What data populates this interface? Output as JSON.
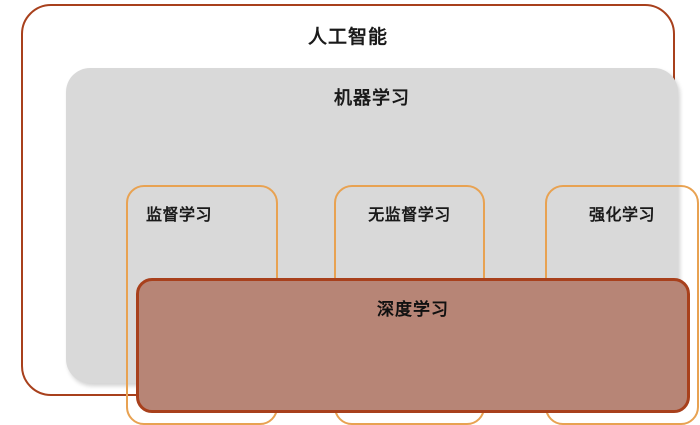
{
  "diagram": {
    "type": "nested-venn",
    "title": "AI / ML / DL concept hierarchy",
    "outer": {
      "label": "人工智能",
      "border_color": "#a8401c",
      "fill_color": "#ffffff"
    },
    "machine_learning": {
      "label": "机器学习",
      "fill_color": "#d9d9d9",
      "border_color": "#d9d9d9"
    },
    "subdomains": [
      {
        "label": "监督学习",
        "border_color": "#e8a252",
        "fill_color": "transparent"
      },
      {
        "label": "无监督学习",
        "border_color": "#e8a252",
        "fill_color": "transparent"
      },
      {
        "label": "强化学习",
        "border_color": "#e8a252",
        "fill_color": "transparent"
      }
    ],
    "deep_learning": {
      "label": "深度学习",
      "fill_color": "#b78576",
      "border_color": "#a8401c"
    }
  }
}
